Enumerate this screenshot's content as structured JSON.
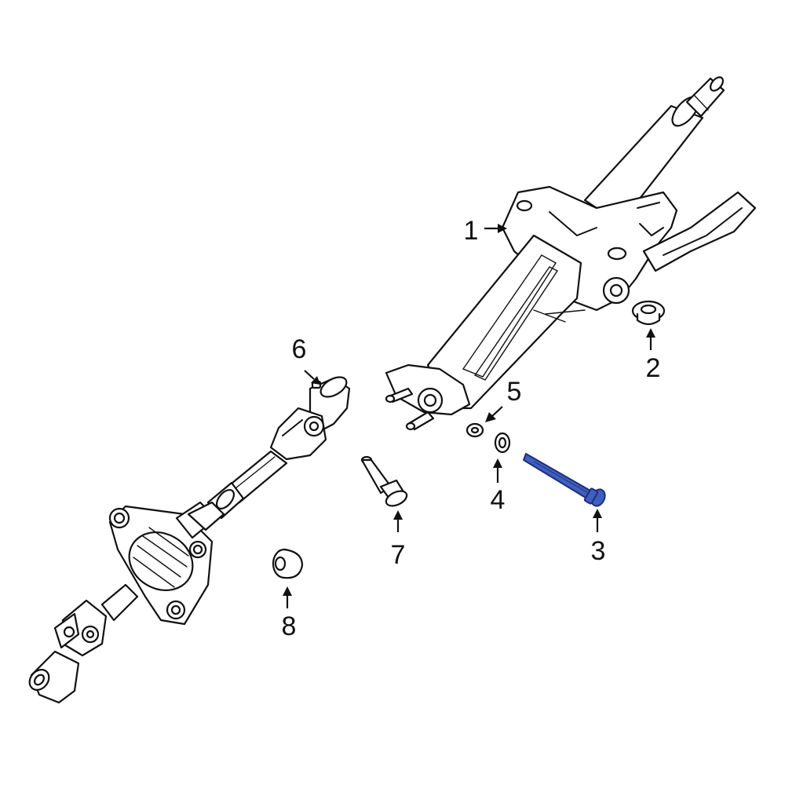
{
  "callouts": {
    "c1": "1",
    "c2": "2",
    "c3": "3",
    "c4": "4",
    "c5": "5",
    "c6": "6",
    "c7": "7",
    "c8": "8"
  },
  "colors": {
    "highlight": "#3f5fbf",
    "line": "#111111",
    "background": "#ffffff"
  },
  "highlighted_part": "3"
}
